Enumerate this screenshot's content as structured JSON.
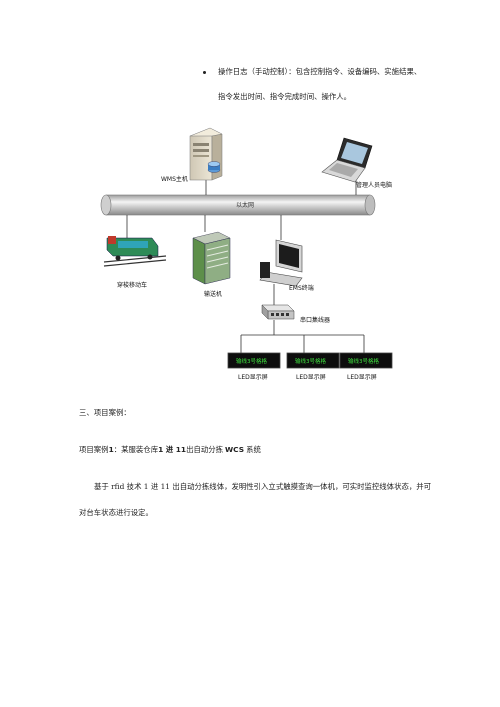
{
  "bullet_item": {
    "line1": "操作日志（手动控制）：包含控制指令、设备编码、实施结果、",
    "line2": "指令发出时间、指令完成时间、操作人。"
  },
  "diagram": {
    "wms_host": "WMS主机",
    "manager_pc": "管理人员电脑",
    "ethernet": "以太网",
    "shuttle": "穿梭移动车",
    "conveyor": "输送机",
    "ems_terminal": "EMS终端",
    "serial_hub": "串口集线器",
    "led_panel_text": "输线3号格格",
    "led_label": "LED显示屏"
  },
  "section": {
    "heading": "三、项目案例：",
    "case_title_prefix": "项目案例",
    "case_title_num": "1",
    "case_title_mid": "：某服装仓库",
    "case_title_spec": "1 进 11",
    "case_title_rest": "出自动分拣",
    "case_title_wcs": "WCS",
    "case_title_end": "系统",
    "body_line1": "基于 rfid 技术 1 进 11 出自动分拣线体，发明性引入立式触摸查询一体机，可实时监控线体状态，并可",
    "body_line2": "对台车状态进行设定。"
  }
}
